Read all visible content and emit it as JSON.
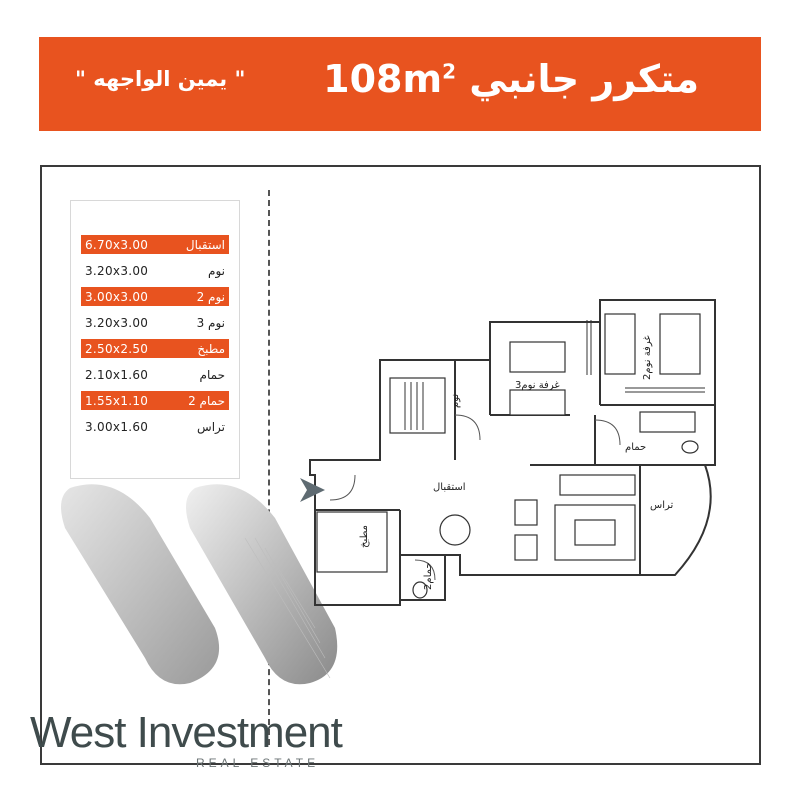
{
  "header": {
    "title": "متكرر جانبي",
    "area_value": "108m",
    "area_sup": "2",
    "subtitle": "\" يمين الواجهه \""
  },
  "specs": [
    {
      "room": "استقبال",
      "dim": "6.70x3.00",
      "highlight": true
    },
    {
      "room": "نوم",
      "dim": "3.20x3.00",
      "highlight": false
    },
    {
      "room": "نوم 2",
      "dim": "3.00x3.00",
      "highlight": true
    },
    {
      "room": "نوم 3",
      "dim": "3.20x3.00",
      "highlight": false
    },
    {
      "room": "مطبخ",
      "dim": "2.50x2.50",
      "highlight": true
    },
    {
      "room": "حمام",
      "dim": "2.10x1.60",
      "highlight": false
    },
    {
      "room": "حمام 2",
      "dim": "1.55x1.10",
      "highlight": true
    },
    {
      "room": "تراس",
      "dim": "3.00x1.60",
      "highlight": false
    }
  ],
  "plan_labels": {
    "bedroom": "نوم",
    "bedroom3": "غرفة نوم3",
    "bedroom2": "غرفة نوم2",
    "bath": "حمام",
    "reception": "استقبال",
    "terrace": "تراس",
    "kitchen": "مطبخ",
    "bath2": "حمام2"
  },
  "brand": {
    "name": "West Investment",
    "sub": "REAL ESTATE"
  },
  "colors": {
    "accent": "#e8531f",
    "brand_text": "#3f4b4c",
    "line": "#333333"
  }
}
